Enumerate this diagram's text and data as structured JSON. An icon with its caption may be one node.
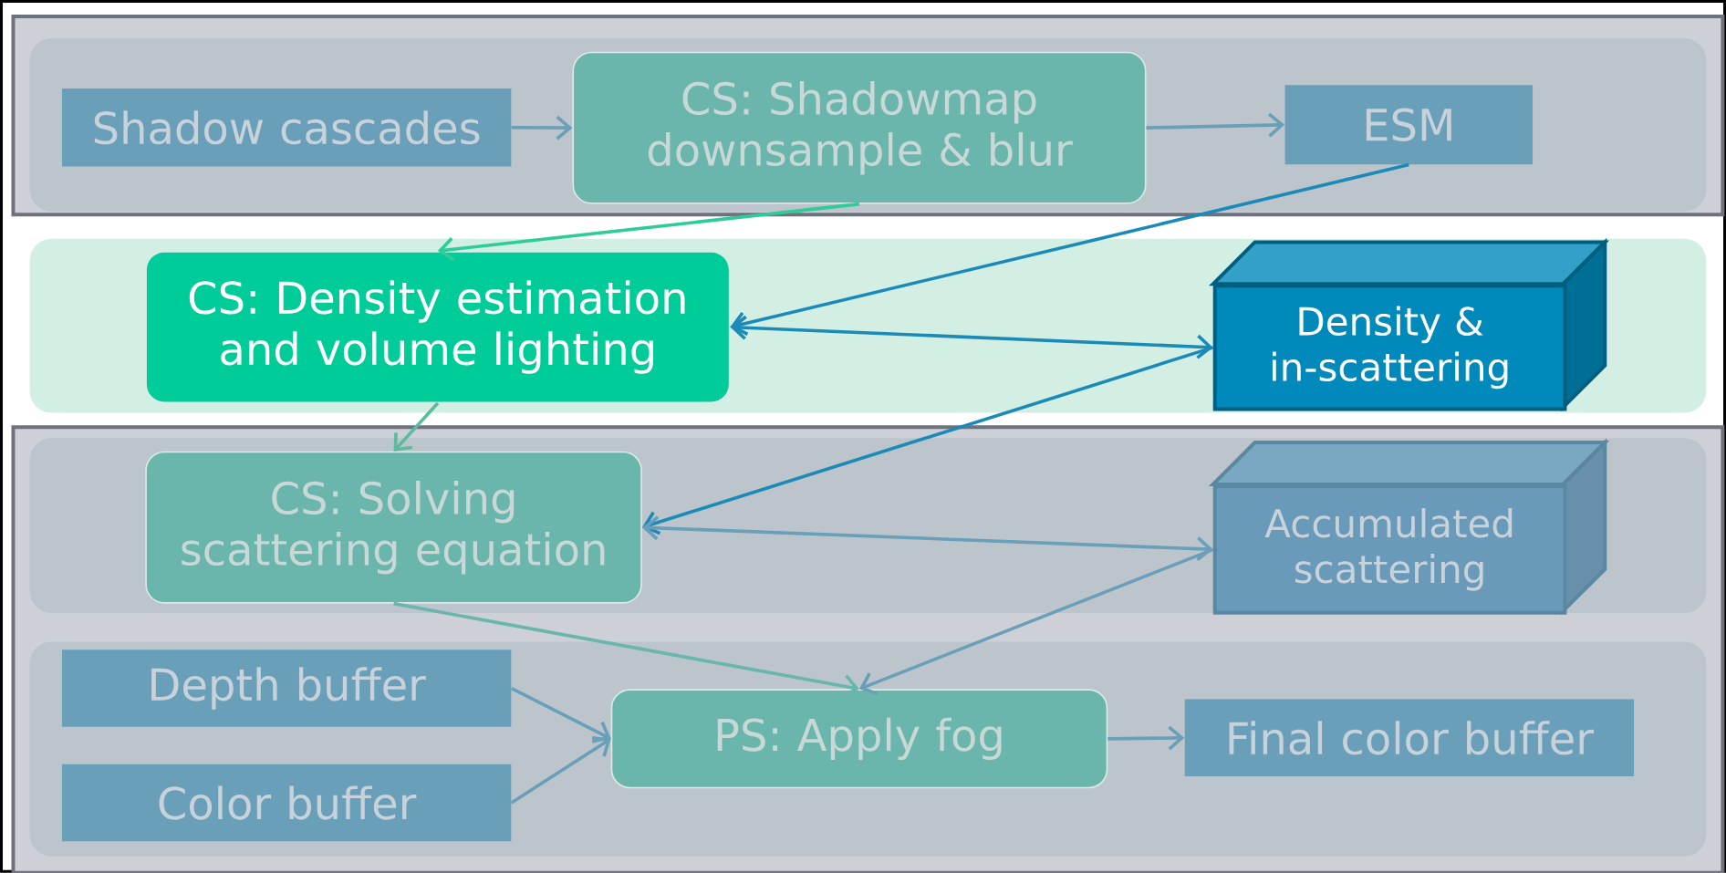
{
  "diagram": {
    "nodes": [
      {
        "text": [
          "Shadow cascades"
        ]
      },
      {
        "text": [
          "CS: Shadowmap downsample & blur"
        ]
      },
      {
        "text": [
          "ESM"
        ]
      },
      {
        "text": [
          "CS: Density estimation and volume lighting"
        ]
      },
      {
        "text": [
          "Density & in-scattering"
        ]
      },
      {
        "text": [
          "CS: Solving scattering equation"
        ]
      },
      {
        "text": [
          "Accumulated scattering"
        ]
      },
      {
        "text": [
          "Depth buffer"
        ]
      },
      {
        "text": [
          "Color buffer"
        ]
      },
      {
        "text": [
          "PS: Apply fog"
        ]
      },
      {
        "text": [
          "Final color buffer"
        ]
      }
    ],
    "edges": [
      {
        "from": 0,
        "to": 1,
        "arrow": "to"
      },
      {
        "from": 1,
        "to": 2,
        "arrow": "to"
      },
      {
        "from": 1,
        "to": 3,
        "arrow": "to",
        "color": "#2ecc99"
      },
      {
        "from": 2,
        "to": 3,
        "arrow": "to",
        "color": "#1b8ab8"
      },
      {
        "from": 3,
        "to": 4,
        "arrow": "both",
        "color": "#1b8ab8"
      },
      {
        "from": 3,
        "to": 5,
        "arrow": "to",
        "color": "#5cbb9e"
      },
      {
        "from": 4,
        "to": 5,
        "arrow": "to",
        "color": "#1b8ab8"
      },
      {
        "from": 5,
        "to": 6,
        "arrow": "both"
      },
      {
        "from": 5,
        "to": 9,
        "arrow": "to",
        "color": "#6ab6ac"
      },
      {
        "from": 6,
        "to": 9,
        "arrow": "to"
      },
      {
        "from": 7,
        "to": 9,
        "arrow": "to"
      },
      {
        "from": 8,
        "to": 9,
        "arrow": "to"
      },
      {
        "from": 9,
        "to": 10,
        "arrow": "to"
      }
    ]
  }
}
